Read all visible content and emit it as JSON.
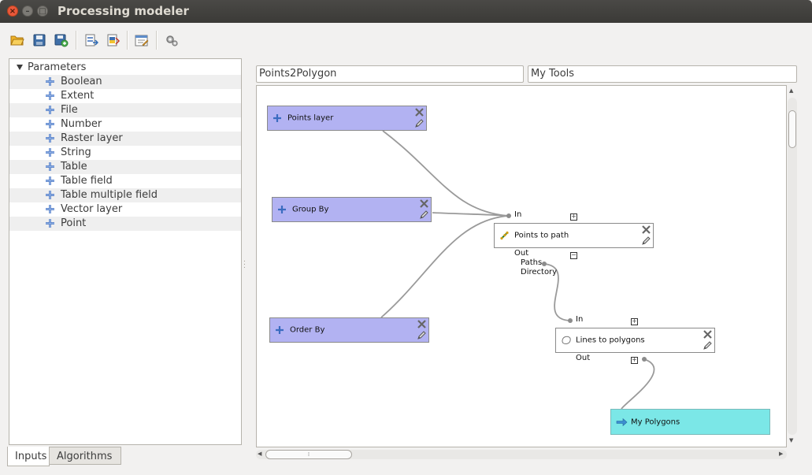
{
  "window": {
    "title": "Processing modeler"
  },
  "toolbar": {
    "buttons": [
      {
        "icon": "open-folder-icon"
      },
      {
        "icon": "save-icon"
      },
      {
        "icon": "save-as-icon"
      },
      {
        "icon": "export-image-icon"
      },
      {
        "icon": "export-python-icon"
      },
      {
        "icon": "edit-help-icon"
      },
      {
        "icon": "run-model-icon"
      }
    ]
  },
  "inputs_tree": {
    "root_label": "Parameters",
    "items": [
      "Boolean",
      "Extent",
      "File",
      "Number",
      "Raster layer",
      "String",
      "Table",
      "Table field",
      "Table multiple field",
      "Vector layer",
      "Point"
    ]
  },
  "tabs": {
    "inputs": "Inputs",
    "algorithms": "Algorithms"
  },
  "model": {
    "name_value": "Points2Polygon",
    "group_value": "My Tools"
  },
  "canvas": {
    "nodes": {
      "points_layer": "Points layer",
      "group_by": "Group By",
      "order_by": "Order By",
      "points_to_path": "Points to path",
      "lines_to_polygons": "Lines to polygons",
      "my_polygons": "My Polygons"
    },
    "ports": {
      "in_1": "In",
      "out_1": "Out",
      "paths": "Paths",
      "directory": "Directory",
      "in_2": "In",
      "out_2": "Out",
      "plus": "+",
      "minus": "−"
    }
  },
  "colors": {
    "param_node": "#b2b2f2",
    "output_node": "#7be7e7",
    "connector": "#9a9a9a",
    "titlebar": "#3c3b37"
  }
}
